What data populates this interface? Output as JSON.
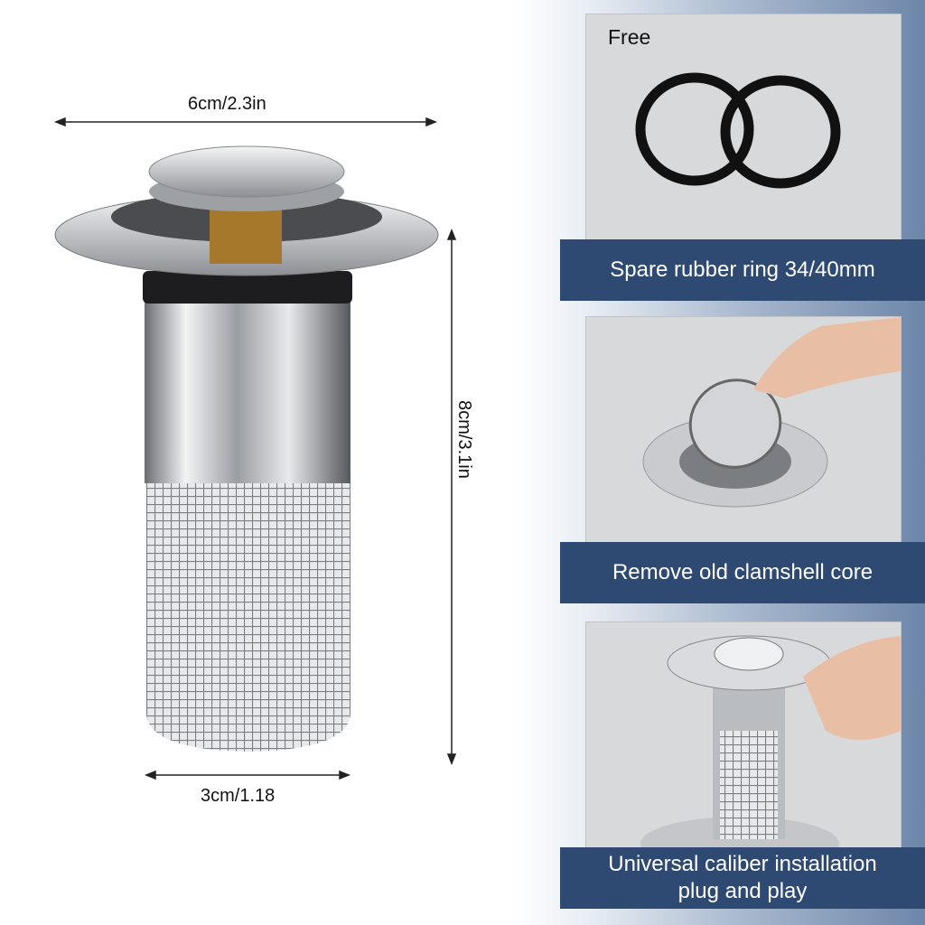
{
  "dimensions": {
    "width_label": "6cm/2.3in",
    "height_label": "8cm/3.1in",
    "bottom_label": "3cm/1.18"
  },
  "panels": [
    {
      "tag": "Free",
      "caption": "Spare rubber ring 34/40mm",
      "image": "two-black-o-rings"
    },
    {
      "caption": "Remove old clamshell core",
      "image": "hand-removing-drain-cap"
    },
    {
      "caption_line1": "Universal caliber installation",
      "caption_line2": "plug and play",
      "image": "hand-inserting-drain-strainer"
    }
  ],
  "colors": {
    "banner": "#2f4a72",
    "panel": "#d8d9db"
  }
}
